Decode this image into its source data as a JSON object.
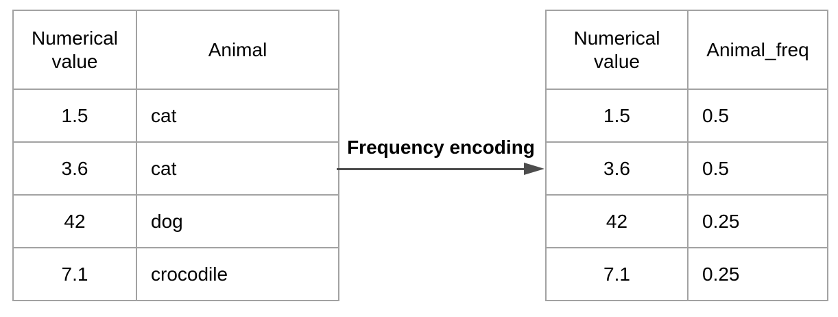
{
  "left_table": {
    "headers": [
      "Numerical value",
      "Animal"
    ],
    "rows": [
      [
        "1.5",
        "cat"
      ],
      [
        "3.6",
        "cat"
      ],
      [
        "42",
        "dog"
      ],
      [
        "7.1",
        "crocodile"
      ]
    ]
  },
  "arrow": {
    "label": "Frequency encoding",
    "direction": "right"
  },
  "right_table": {
    "headers": [
      "Numerical value",
      "Animal_freq"
    ],
    "rows": [
      [
        "1.5",
        "0.5"
      ],
      [
        "3.6",
        "0.5"
      ],
      [
        "42",
        "0.25"
      ],
      [
        "7.1",
        "0.25"
      ]
    ]
  },
  "colors": {
    "table_border": "#a2a2a2",
    "arrow": "#4d4d4d",
    "text": "#000000",
    "background": "#ffffff"
  }
}
